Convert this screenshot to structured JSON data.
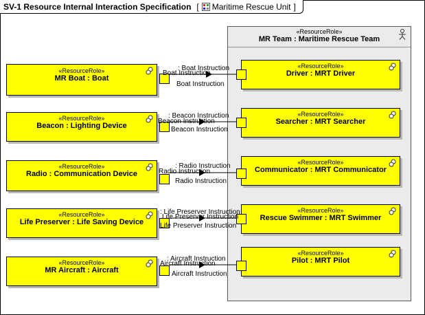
{
  "frame": {
    "title": "SV-1 Resource Internal Interaction Specification",
    "bracket_open": "[",
    "context": "Maritime Rescue Unit",
    "bracket_close": "]"
  },
  "team": {
    "stereotype": "«ResourceRole»",
    "name": "MR Team : Maritime Rescue Team"
  },
  "left_roles": [
    {
      "stereotype": "«ResourceRole»",
      "name": "MR Boat : Boat"
    },
    {
      "stereotype": "«ResourceRole»",
      "name": "Beacon : Lighting Device"
    },
    {
      "stereotype": "«ResourceRole»",
      "name": "Radio : Communication Device"
    },
    {
      "stereotype": "«ResourceRole»",
      "name": "Life Preserver : Life Saving Device"
    },
    {
      "stereotype": "«ResourceRole»",
      "name": "MR Aircraft : Aircraft"
    }
  ],
  "right_roles": [
    {
      "stereotype": "«ResourceRole»",
      "name": "Driver : MRT Driver"
    },
    {
      "stereotype": "«ResourceRole»",
      "name": "Searcher : MRT Searcher"
    },
    {
      "stereotype": "«ResourceRole»",
      "name": "Communicator : MRT Communicator"
    },
    {
      "stereotype": "«ResourceRole»",
      "name": "Rescue Swimmer : MRT Swimmer"
    },
    {
      "stereotype": "«ResourceRole»",
      "name": "Pilot : MRT Pilot"
    }
  ],
  "connectors": [
    {
      "flow_label": ": Boat Instruction",
      "port_label_left": "Boat Instruction",
      "port_label_right": "Boat Instruction"
    },
    {
      "flow_label": ": Beacon Instruction",
      "port_label_left": "Beacon Instruction",
      "port_label_right": "Beacon Instruction"
    },
    {
      "flow_label": ": Radio Instruction",
      "port_label_left": "Radio Instruction",
      "port_label_right": "Radio Instruction"
    },
    {
      "flow_label": ": Life Preserver Instruction",
      "port_label_left": "Life Preserver Instruction",
      "port_label_right": "Life Preserver Instruction"
    },
    {
      "flow_label": ": Aircraft Instruction",
      "port_label_left": "Aircraft Instruction",
      "port_label_right": "Aircraft Instruction"
    }
  ]
}
